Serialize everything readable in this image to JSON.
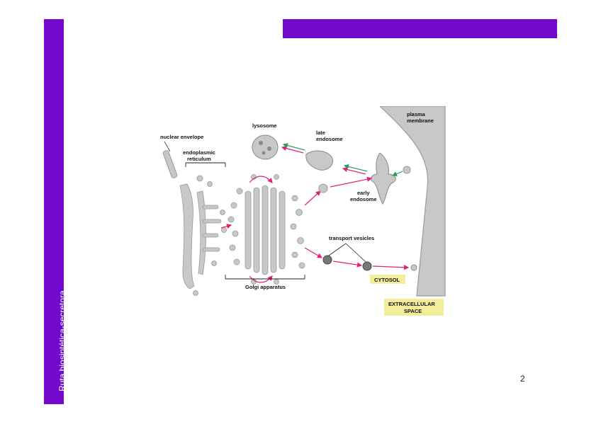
{
  "sidebar": {
    "text": "Ruta biosintética-secretora",
    "color": "#7208cc"
  },
  "page_number": "2",
  "diagram": {
    "labels": {
      "nuclear_envelope": "nuclear envelope",
      "er_line1": "endoplasmic",
      "er_line2": "reticulum",
      "lysosome": "lysosome",
      "late_endosome_1": "late",
      "late_endosome_2": "endosome",
      "plasma_membrane_1": "plasma",
      "plasma_membrane_2": "membrane",
      "early_endosome_1": "early",
      "early_endosome_2": "endosome",
      "transport_vesicles": "transport vesicles",
      "golgi": "Golgi apparatus",
      "cytosol": "CYTOSOL",
      "extracellular_1": "EXTRACELLULAR",
      "extracellular_2": "SPACE"
    },
    "colors": {
      "organelle": "#c8c8c8",
      "membrane": "#a8a8a8",
      "arrow_secretory": "#e0207a",
      "arrow_retrieval": "#2aa05a",
      "label_box": "#f4ee9c"
    }
  }
}
